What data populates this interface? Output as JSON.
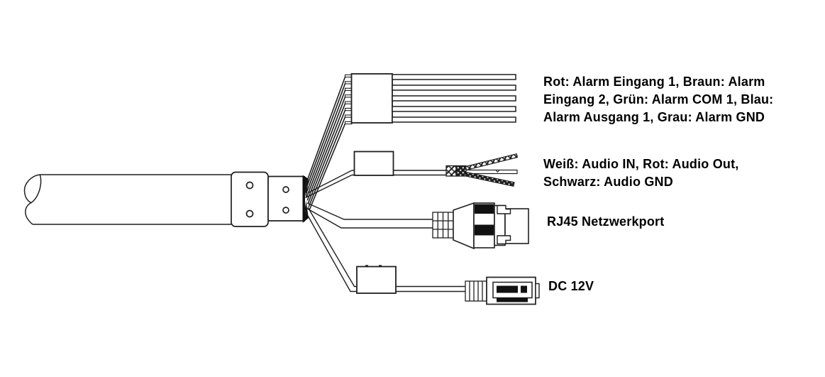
{
  "style": {
    "background": "#ffffff",
    "line_color": "#1f1f1f",
    "fill_black": "#111111",
    "text_color": "#000000"
  },
  "labels": {
    "alarm": {
      "full_text": "Rot: Alarm Eingang 1, Braun: Alarm Eingang 2, Grün: Alarm COM 1, Blau: Alarm Ausgang 1, Grau: Alarm GND",
      "lines": [
        "Rot: Alarm Eingang 1, Braun: Alarm",
        "Eingang 2, Grün: Alarm COM 1, Blau:",
        "Alarm Ausgang 1, Grau: Alarm GND"
      ]
    },
    "audio": {
      "full_text": "Weiß: Audio IN, Rot: Audio Out, Schwarz: Audio GND",
      "lines": [
        "Weiß: Audio IN, Rot: Audio Out,",
        "Schwarz: Audio GND"
      ]
    },
    "network": {
      "text": "RJ45 Netzwerkport"
    },
    "power": {
      "text": "DC 12V"
    }
  }
}
